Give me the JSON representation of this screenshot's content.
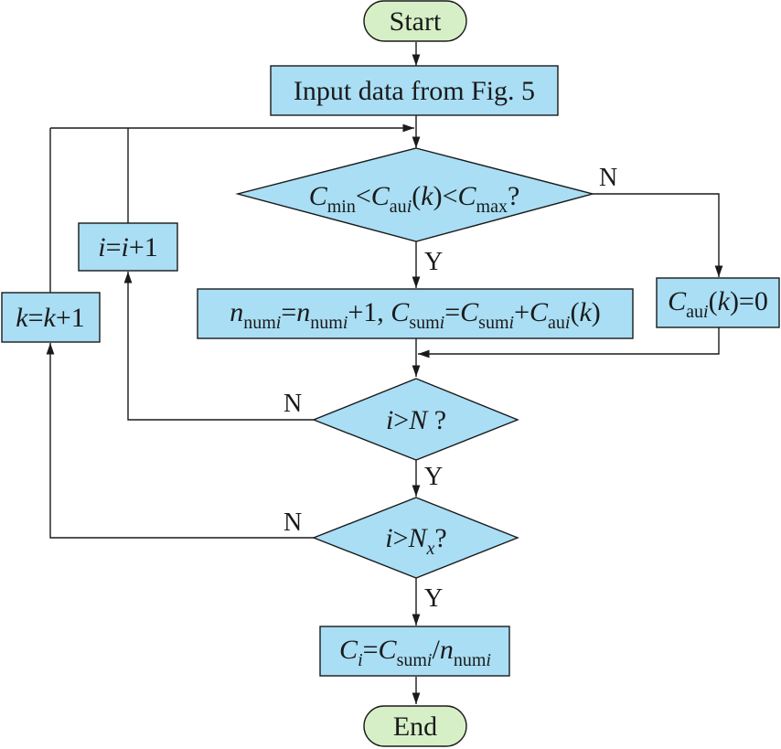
{
  "terminals": {
    "start": "Start",
    "end": "End"
  },
  "processes": {
    "input": "Input data from Fig. 5",
    "i_increment": {
      "v1": "i",
      "eq": "=",
      "v2": "i",
      "plus": "+1"
    },
    "k_increment": {
      "v1": "k",
      "eq": "=",
      "v2": "k",
      "plus": "+1"
    },
    "accumulate": {
      "n": "n",
      "num_sub": "num",
      "i": "i",
      "eq": "=",
      "plus1": "+1, ",
      "c": "C",
      "sum_sub": "sum",
      "plus": "+",
      "au_sub": "au",
      "lp": "(",
      "k": "k",
      "rp": ")"
    },
    "reset": {
      "c": "C",
      "au_sub": "au",
      "i": "i",
      "lp": "(",
      "k": "k",
      "rp_eq": ")=0"
    },
    "result": {
      "c": "C",
      "i": "i",
      "eq": "=",
      "sum_sub": "sum",
      "slash": "/",
      "n": "n",
      "num_sub": "num"
    }
  },
  "decisions": {
    "range_check": {
      "c": "C",
      "min_sub": "min",
      "lt": "<",
      "au_sub": "au",
      "i": "i",
      "lp": "(",
      "k": "k",
      "rp": ")",
      "max_sub": "max",
      "q": "?"
    },
    "i_gt_N": {
      "i": "i",
      "gt": ">",
      "N": "N",
      "q": " ?"
    },
    "i_gt_Nx": {
      "i": "i",
      "gt": ">",
      "N": "N",
      "x_sub": "x",
      "q": "?"
    }
  },
  "branch_labels": {
    "range_no": "N",
    "range_yes": "Y",
    "iN_no": "N",
    "iN_yes": "Y",
    "iNx_no": "N",
    "iNx_yes": "Y"
  },
  "colors": {
    "process_fill": "#a9def4",
    "terminal_fill": "#d6efc7",
    "line": "#1a1a1a"
  }
}
